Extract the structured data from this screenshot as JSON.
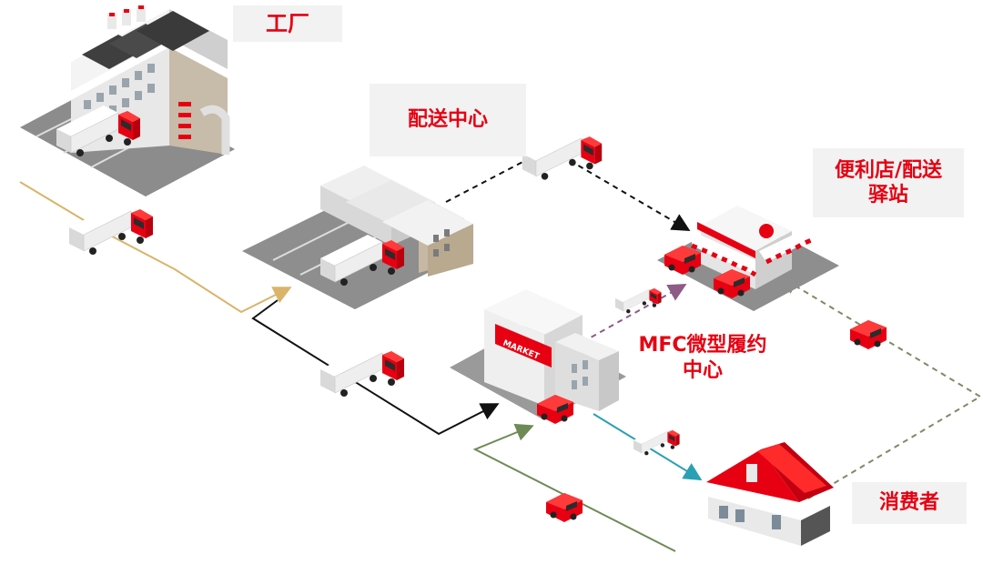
{
  "labels": {
    "factory": "工厂",
    "distribution_center": "配送中心",
    "store_line1": "便利店/配送",
    "store_line2": "驿站",
    "mfc_line1": "MFC微型履约",
    "mfc_line2": "中心",
    "consumer": "消费者"
  },
  "building_signs": {
    "market": "MARKET"
  },
  "colors": {
    "accent": "#e60012",
    "label_bg": "#f2f2f2",
    "arrow_gold": "#d9b46a",
    "arrow_black": "#111111",
    "arrow_purple": "#8e5a86",
    "arrow_teal": "#2aa0b4",
    "arrow_olive": "#6e8a55",
    "arrow_olive_dashed": "#7d8a66"
  },
  "icons": [
    "factory",
    "warehouse",
    "convenience-store",
    "market-mfc",
    "house",
    "truck",
    "van"
  ]
}
